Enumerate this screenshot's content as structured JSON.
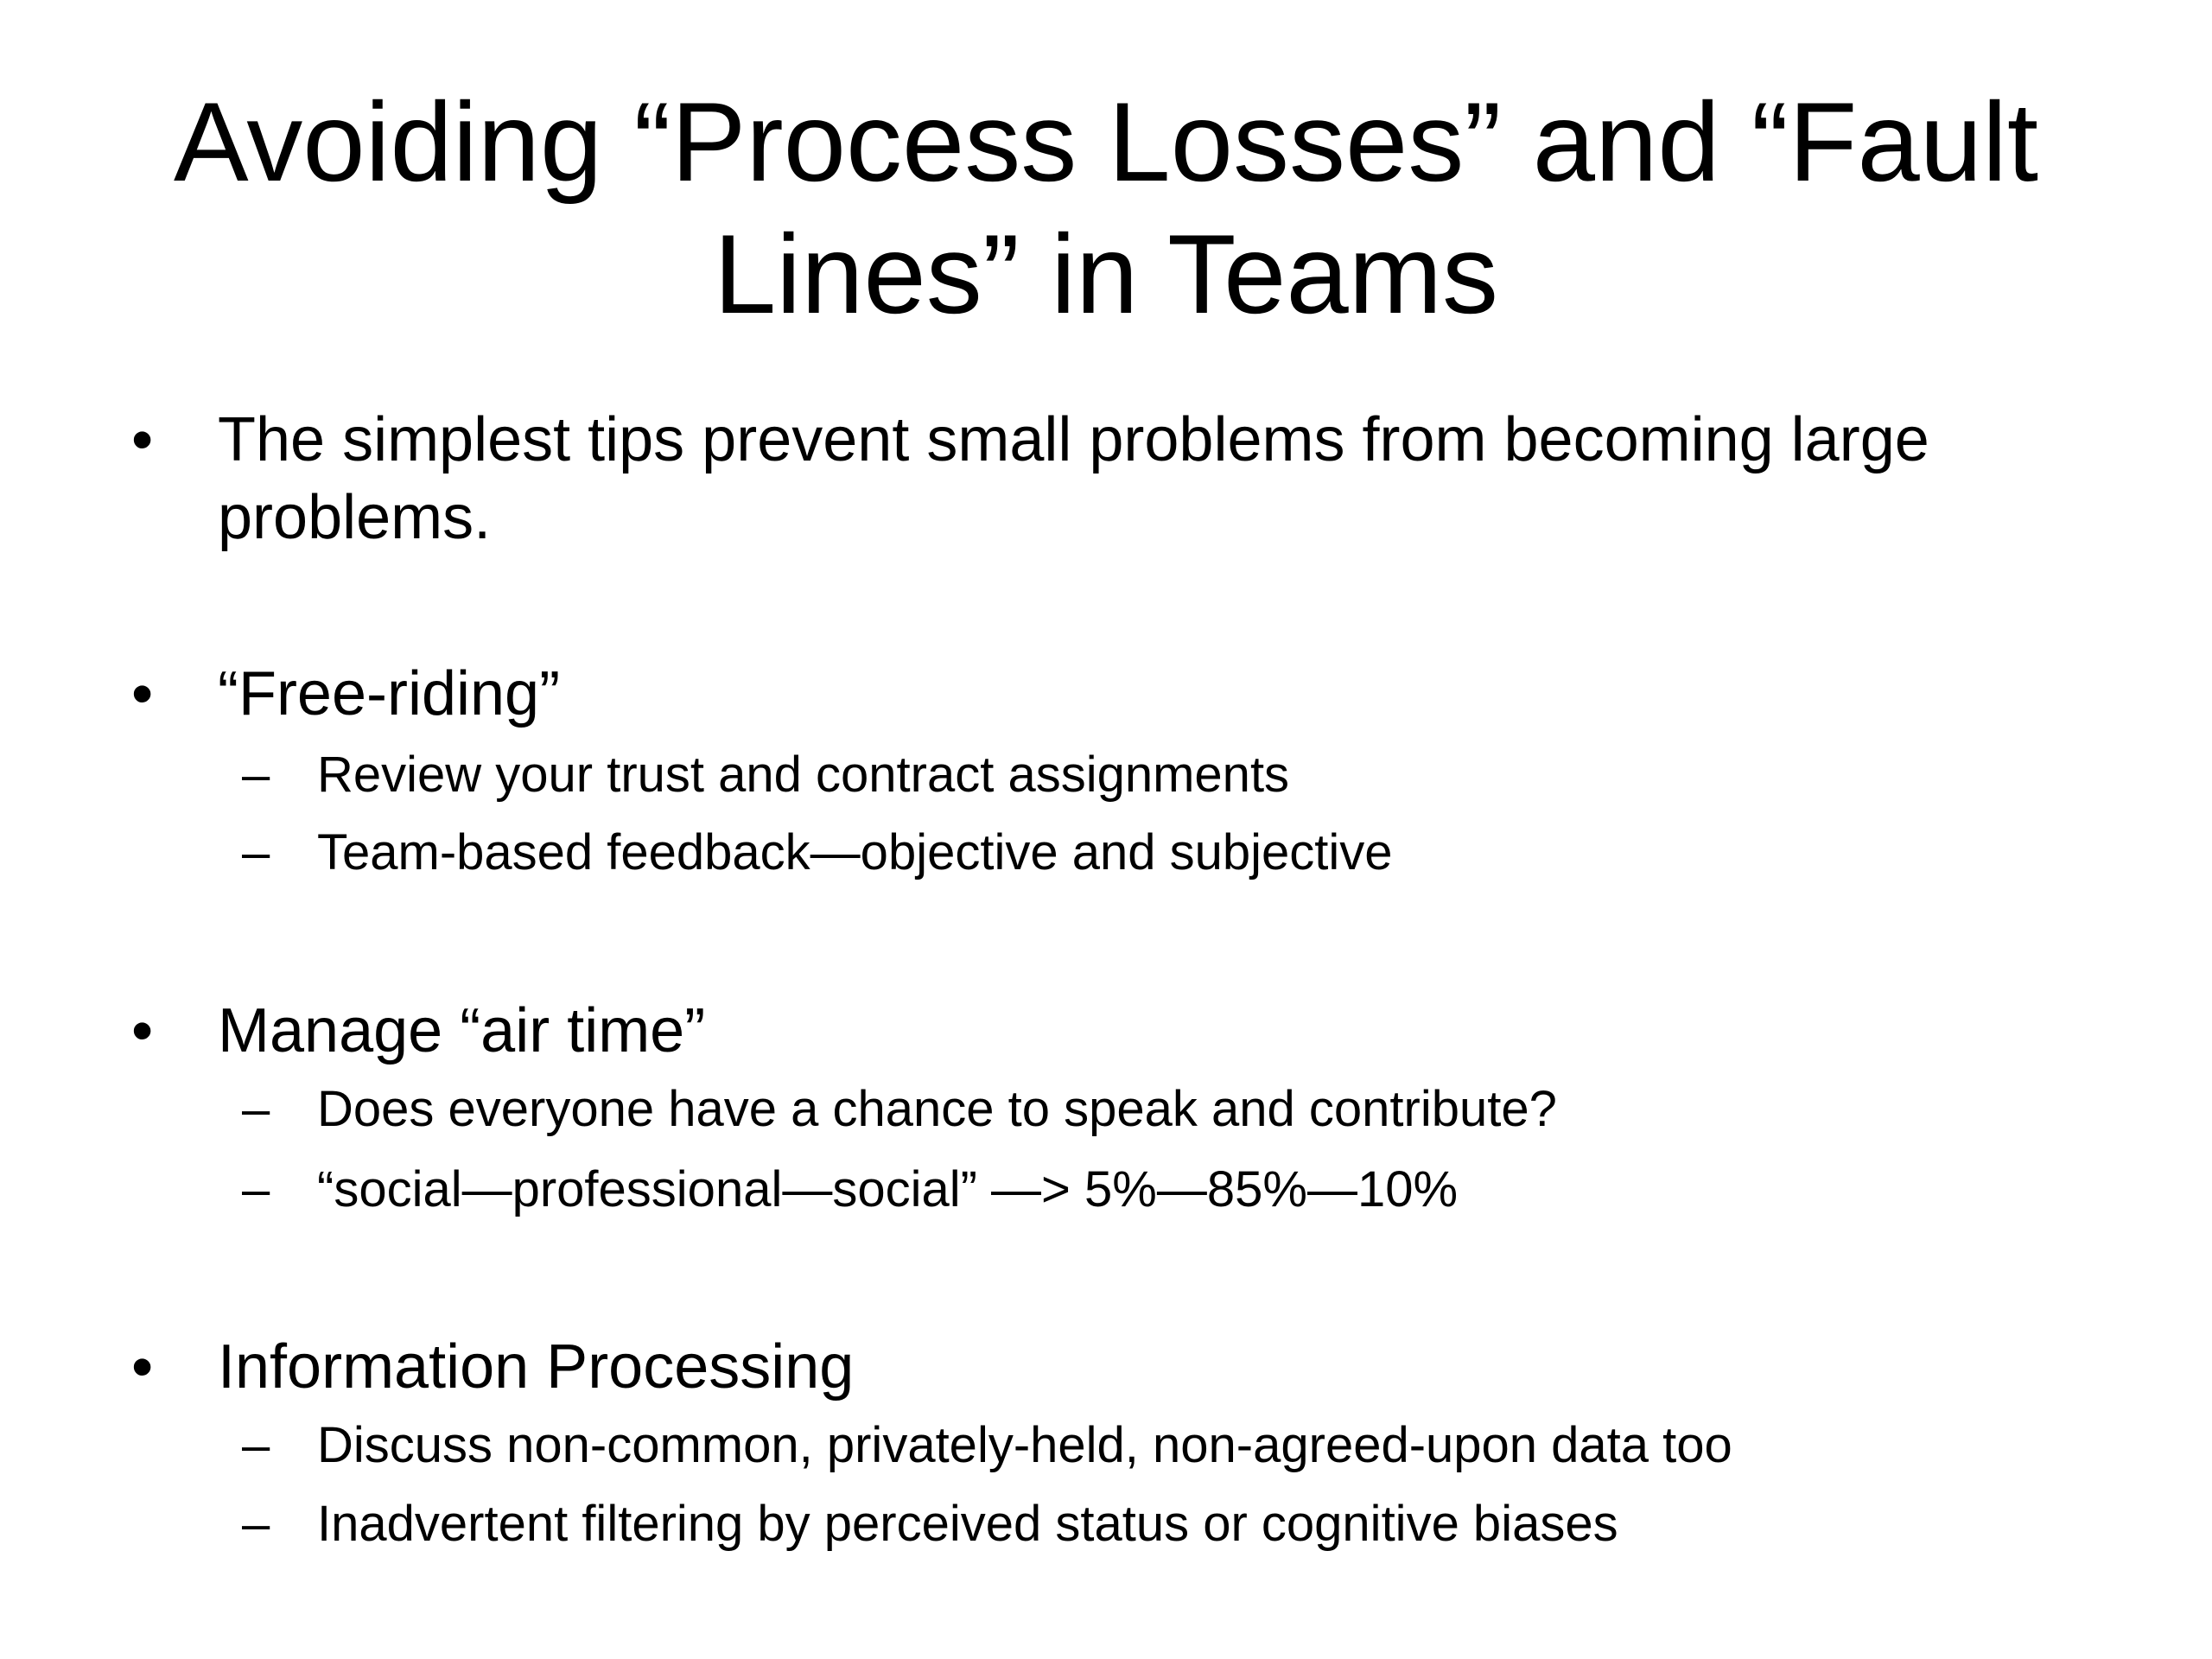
{
  "slide": {
    "colors": {
      "background": "#ffffff",
      "text": "#000000"
    },
    "title": "Avoiding “Process Losses” and “Fault Lines” in Teams",
    "bullets": [
      {
        "level": 1,
        "marker": "•",
        "text": "The simplest tips prevent small problems from becoming large problems."
      },
      {
        "level": 1,
        "marker": "•",
        "text": "“Free-riding”"
      },
      {
        "level": 2,
        "marker": "–",
        "text": "Review your trust and contract assignments"
      },
      {
        "level": 2,
        "marker": "–",
        "text": "Team-based feedback—objective and subjective"
      },
      {
        "level": 1,
        "marker": "•",
        "text": "Manage “air time”"
      },
      {
        "level": 2,
        "marker": "–",
        "text": "Does everyone have a chance to speak and contribute?"
      },
      {
        "level": 2,
        "marker": "–",
        "text": "“social—professional—social” —> 5%—85%—10%"
      },
      {
        "level": 1,
        "marker": "•",
        "text": "Information Processing"
      },
      {
        "level": 2,
        "marker": "–",
        "text": "Discuss non-common, privately-held, non-agreed-upon data too"
      },
      {
        "level": 2,
        "marker": "–",
        "text": "Inadvertent filtering by perceived status or cognitive biases"
      }
    ]
  }
}
